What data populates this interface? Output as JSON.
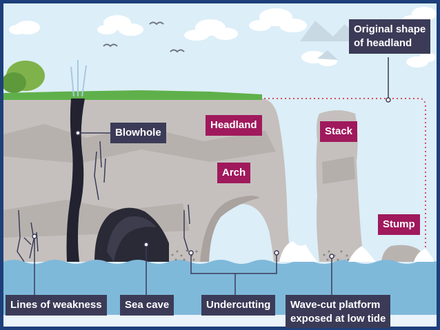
{
  "labels": {
    "blowhole": "Blowhole",
    "headland": "Headland",
    "arch": "Arch",
    "stack": "Stack",
    "stump": "Stump",
    "original_shape_line1": "Original shape",
    "original_shape_line2": "of headland",
    "lines_of_weakness": "Lines of weakness",
    "sea_cave": "Sea cave",
    "undercutting": "Undercutting",
    "wave_cut_line1": "Wave-cut platform",
    "wave_cut_line2": "exposed at low tide"
  },
  "colors": {
    "frame": "#1d3f7a",
    "sky": "#dceef8",
    "cliff": "#c5c0bd",
    "grass": "#5fb04a",
    "sea": "#7fb9da",
    "sea_bottom": "#eaf4fa",
    "dark_label": "#3b3b58",
    "pink_label": "#a0195c",
    "outline_dots": "#d94a5a"
  }
}
